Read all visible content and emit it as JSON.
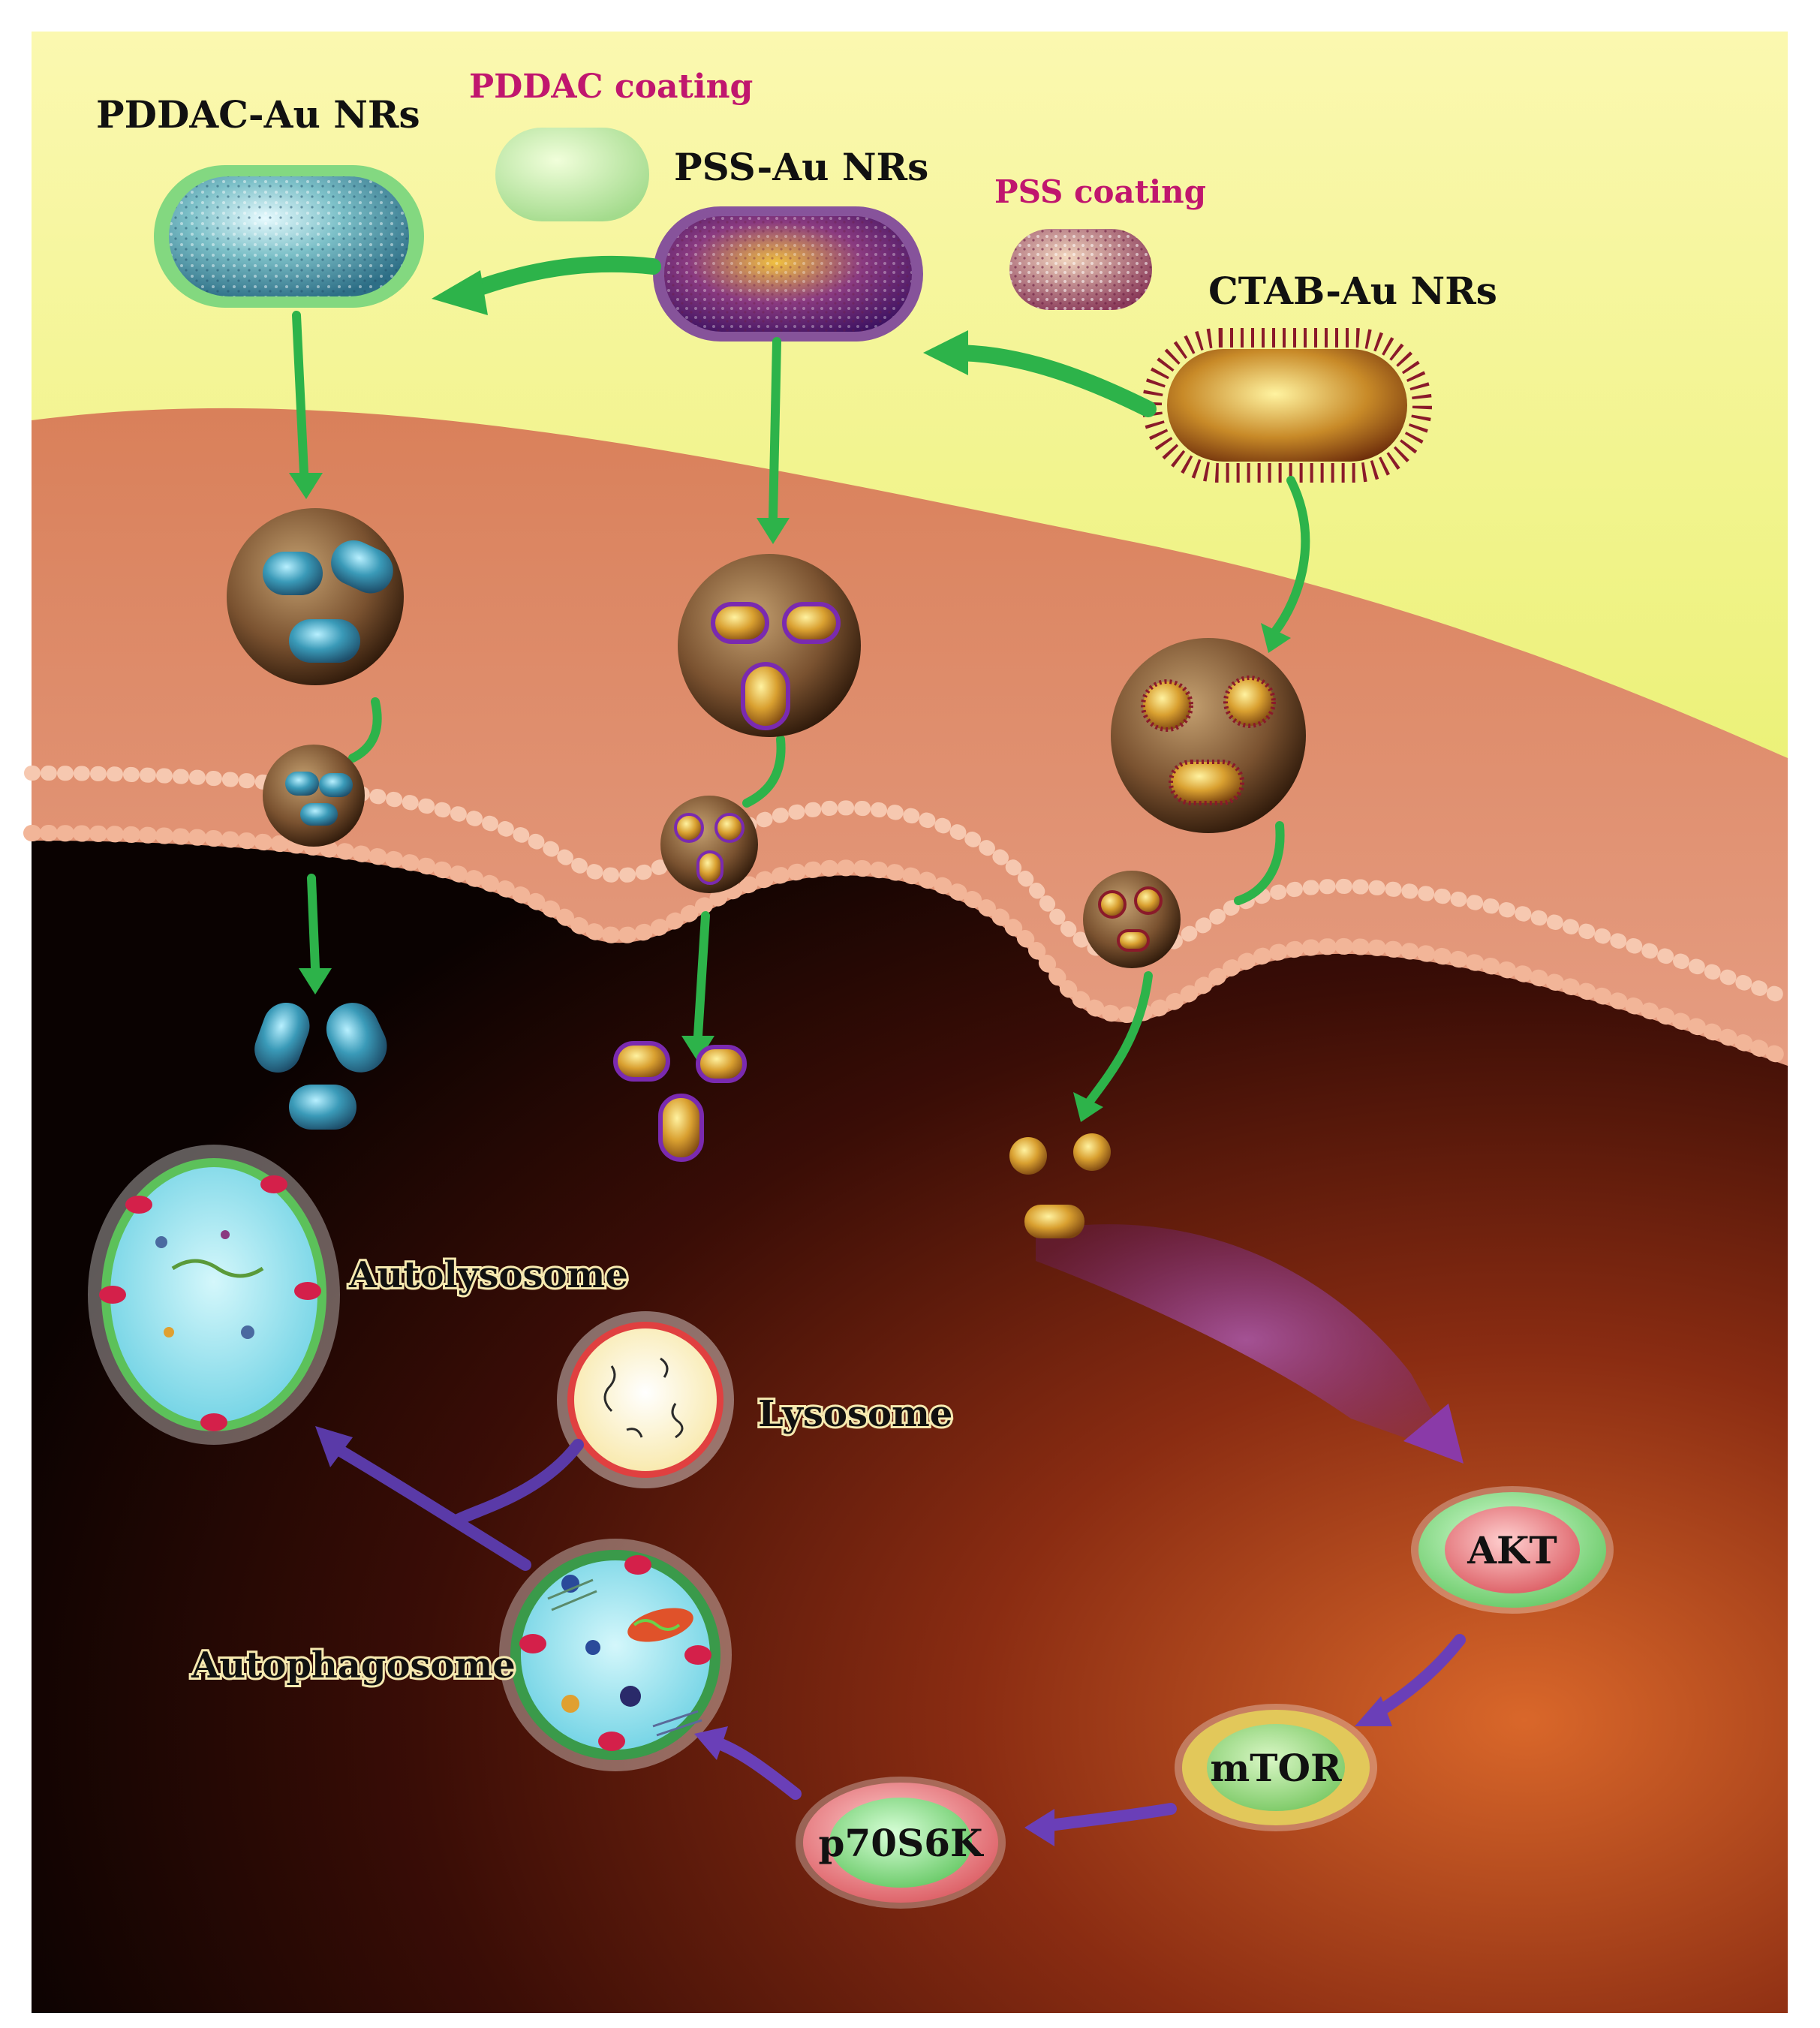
{
  "nanorods": {
    "pddac_label": "PDDAC-Au NRs",
    "pss_label": "PSS-Au NRs",
    "ctab_label": "CTAB-Au NRs"
  },
  "coatings": {
    "pddac_coating_label": "PDDAC coating",
    "pss_coating_label": "PSS coating"
  },
  "organelles": {
    "autolysosome_label": "Autolysosome",
    "lysosome_label": "Lysosome",
    "autophagosome_label": "Autophagosome"
  },
  "pathway": {
    "akt_label": "AKT",
    "mtor_label": "mTOR",
    "p70s6k_label": "p70S6K"
  },
  "colors": {
    "coating_label": "#c0166e",
    "arrow_green": "#2db34a",
    "arrow_purple": "#6a3fb8",
    "extracellular_yellow": "#d8e83a",
    "cytoplasm_dark": "#1a0604"
  }
}
